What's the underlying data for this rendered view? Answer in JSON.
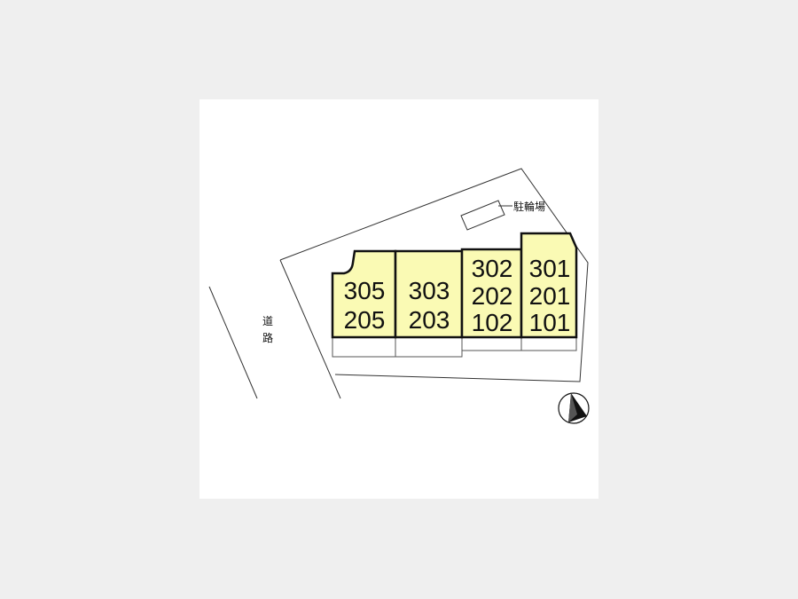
{
  "colors": {
    "building_fill": "#fafab4",
    "background": "#efefef",
    "panel": "#ffffff"
  },
  "road_label": [
    "道",
    "路"
  ],
  "bike_parking_label": "駐輪場",
  "units": [
    {
      "name": "unit-305-205",
      "rooms": [
        "305",
        "205"
      ]
    },
    {
      "name": "unit-303-203",
      "rooms": [
        "303",
        "203"
      ]
    },
    {
      "name": "unit-302-202-102",
      "rooms": [
        "302",
        "202",
        "102"
      ]
    },
    {
      "name": "unit-301-201-101",
      "rooms": [
        "301",
        "201",
        "101"
      ]
    }
  ],
  "compass": "north-arrow-icon"
}
